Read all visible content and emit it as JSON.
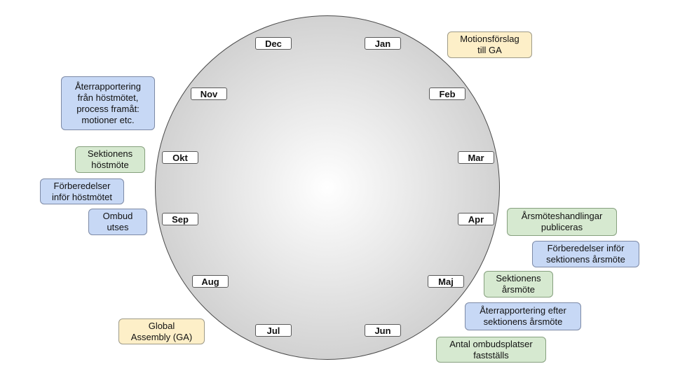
{
  "months": {
    "jan": "Jan",
    "feb": "Feb",
    "mar": "Mar",
    "apr": "Apr",
    "maj": "Maj",
    "jun": "Jun",
    "jul": "Jul",
    "aug": "Aug",
    "sep": "Sep",
    "okt": "Okt",
    "nov": "Nov",
    "dec": "Dec"
  },
  "notes": {
    "motionsforslag": {
      "color": "#fdefc8",
      "lines": [
        "Motionsförslag",
        "till GA"
      ]
    },
    "aterrapportering_host": {
      "color": "#c7d8f5",
      "lines": [
        "Återrapportering",
        "från höstmötet,",
        "process framåt:",
        "motioner etc."
      ]
    },
    "sektionens_hostmote": {
      "color": "#d6e9d0",
      "lines": [
        "Sektionens",
        "höstmöte"
      ]
    },
    "forberedelser_host": {
      "color": "#c7d8f5",
      "lines": [
        "Förberedelser",
        "inför höstmötet"
      ]
    },
    "ombud_utses": {
      "color": "#c7d8f5",
      "lines": [
        "Ombud",
        "utses"
      ]
    },
    "global_assembly": {
      "color": "#fdefc8",
      "lines": [
        "Global",
        "Assembly (GA)"
      ]
    },
    "arsmoteshandlingar": {
      "color": "#d6e9d0",
      "lines": [
        "Årsmöteshandlingar",
        "publiceras"
      ]
    },
    "forberedelser_arsmote": {
      "color": "#c7d8f5",
      "lines": [
        "Förberedelser inför",
        "sektionens årsmöte"
      ]
    },
    "sektionens_arsmote": {
      "color": "#d6e9d0",
      "lines": [
        "Sektionens",
        "årsmöte"
      ]
    },
    "aterrapportering_arsmote": {
      "color": "#c7d8f5",
      "lines": [
        "Återrapportering efter",
        "sektionens årsmöte"
      ]
    },
    "antal_ombudsplatser": {
      "color": "#d6e9d0",
      "lines": [
        "Antal ombudsplatser",
        "fastställs"
      ]
    }
  }
}
